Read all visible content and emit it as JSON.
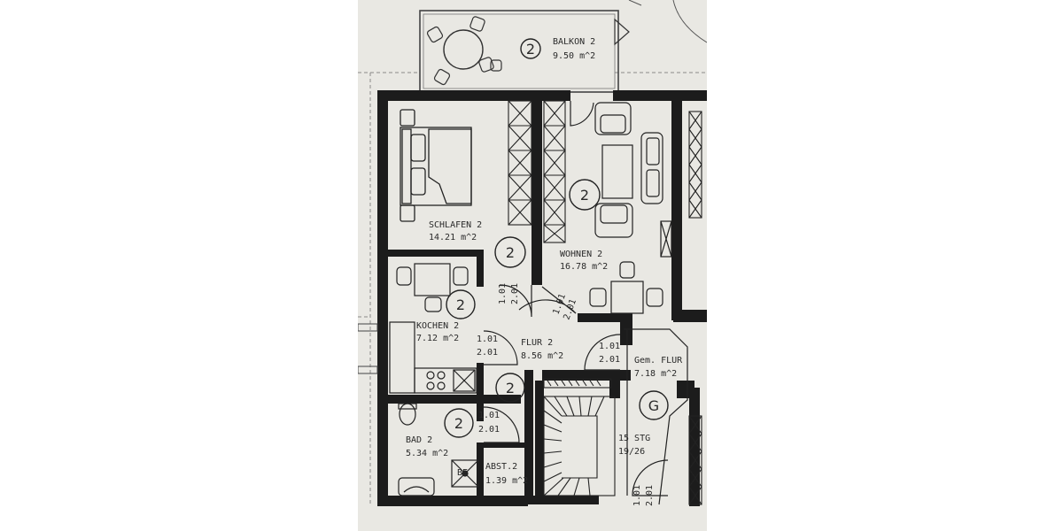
{
  "rooms": {
    "balkon": {
      "name": "BALKON 2",
      "area": "9.50 m^2",
      "marker": "2"
    },
    "schlafen": {
      "name": "SCHLAFEN 2",
      "area": "14.21 m^2",
      "marker": "2"
    },
    "wohnen": {
      "name": "WOHNEN 2",
      "area": "16.78 m^2",
      "marker": "2"
    },
    "kochen": {
      "name": "KOCHEN 2",
      "area": "7.12 m^2",
      "marker": "2"
    },
    "flur": {
      "name": "FLUR 2",
      "area": "8.56 m^2",
      "marker": "2"
    },
    "bad": {
      "name": "BAD 2",
      "area": "5.34 m^2",
      "marker": "2"
    },
    "abst": {
      "name": "ABST.2",
      "area": "1.39 m^2"
    },
    "gemflur": {
      "name": "Gem. FLUR",
      "area": "7.18 m^2",
      "marker": "G"
    }
  },
  "doors": {
    "schlafen": {
      "w": "1.01",
      "h": "2.01"
    },
    "wohnen": {
      "w": "1.01",
      "h": "2.01"
    },
    "kochen": {
      "w": "1.01",
      "h": "2.01"
    },
    "entry": {
      "w": "1.01",
      "h": "2.01"
    },
    "bad": {
      "w": "1.01",
      "h": "2.01"
    },
    "stair": {
      "w": "1.01",
      "h": "2.01"
    }
  },
  "stairs": {
    "label": "15 STG",
    "ratio": "19/26"
  },
  "fixtures": {
    "shower_label": "BE"
  }
}
